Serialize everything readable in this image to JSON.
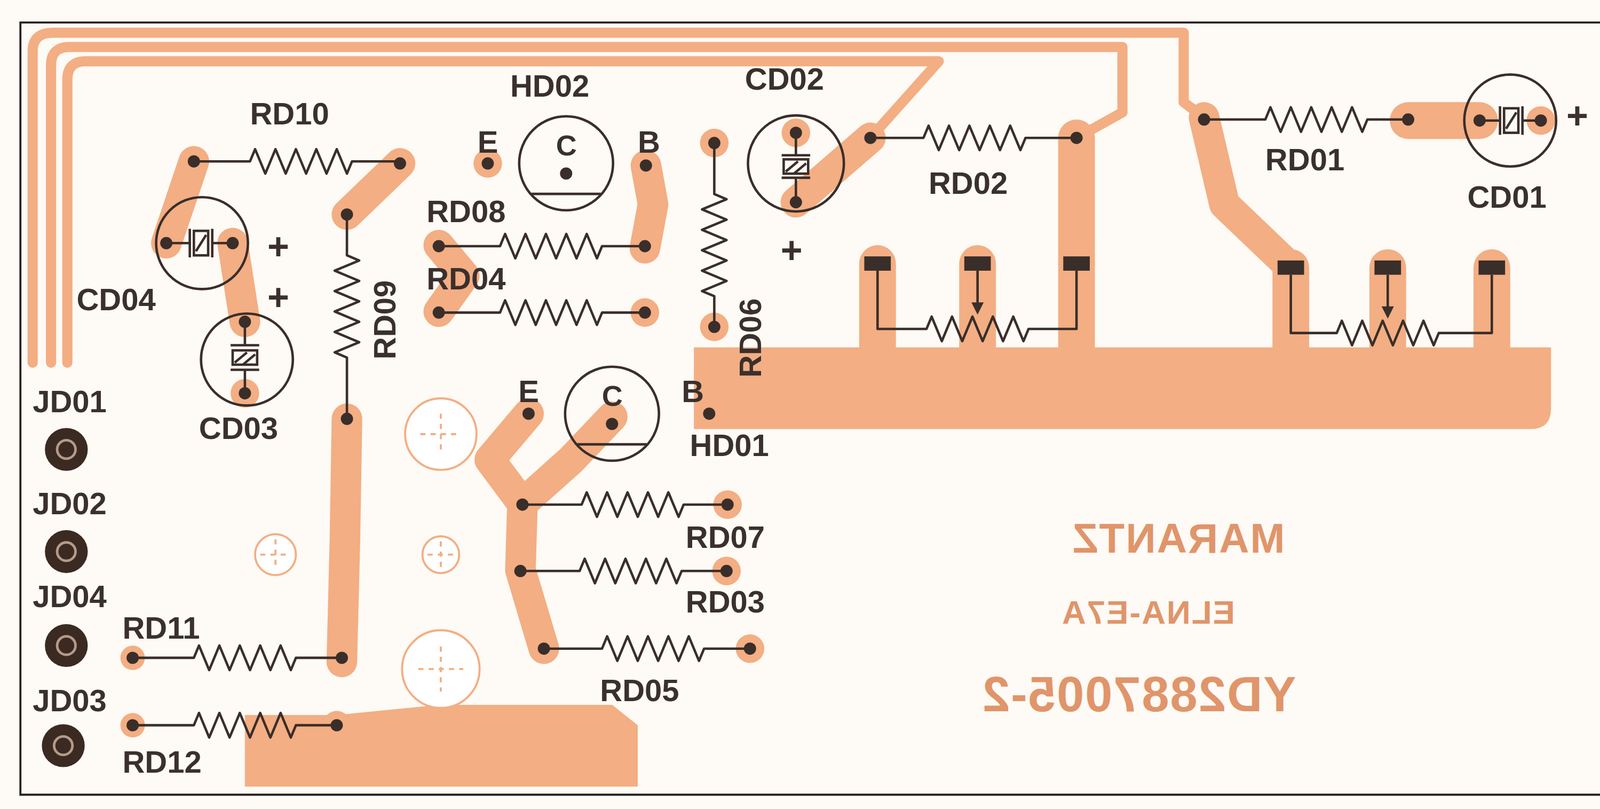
{
  "diagram": {
    "nodes": [
      {
        "text": [
          "C"
        ]
      },
      {
        "text": [
          "C"
        ]
      }
    ],
    "labels": [
      "RD10",
      "HD02",
      "E",
      "B",
      "CD02",
      "RD02",
      "RD01",
      "CD01",
      "+",
      "CD04",
      "+",
      "RD08",
      "RD09",
      "+",
      "+",
      "RD04",
      "RD06",
      "CD03",
      "JD01",
      "E",
      "B",
      "HD01",
      "JD02",
      "RD07",
      "MARANTZ",
      "RD03",
      "JD04",
      "ELNA-E7A",
      "RD11",
      "RD05",
      "YD2887005-2",
      "JD03",
      "RD12"
    ]
  }
}
